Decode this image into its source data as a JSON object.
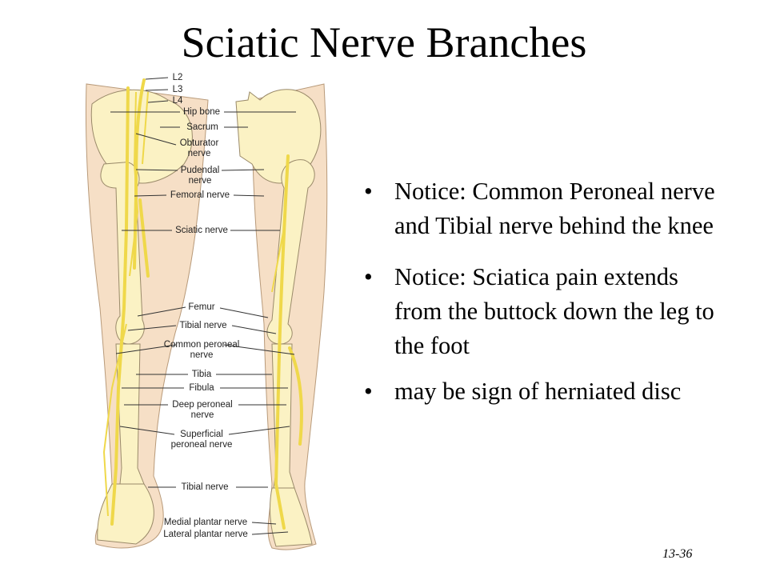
{
  "title": "Sciatic Nerve Branches",
  "figure": {
    "labels": [
      "L2",
      "L3",
      "L4",
      "Hip bone",
      "Sacrum",
      "Obturator nerve",
      "Pudendal nerve",
      "Femoral nerve",
      "Sciatic nerve",
      "Femur",
      "Tibial nerve",
      "Common peroneal nerve",
      "Tibia",
      "Fibula",
      "Deep peroneal nerve",
      "Superficial peroneal nerve",
      "Tibial nerve",
      "Medial plantar nerve",
      "Lateral plantar nerve"
    ],
    "colors": {
      "skin": "#f6dfc6",
      "bone": "#fbf2c4",
      "nerve": "#efd84a",
      "outline": "#9a8a6a"
    }
  },
  "bullets": [
    "Notice: Common Peroneal nerve and Tibial nerve behind the knee",
    "Notice: Sciatica pain extends from the buttock down the leg to the foot",
    "may be sign of herniated disc"
  ],
  "bullet_symbol": "•",
  "page_number": "13-36"
}
